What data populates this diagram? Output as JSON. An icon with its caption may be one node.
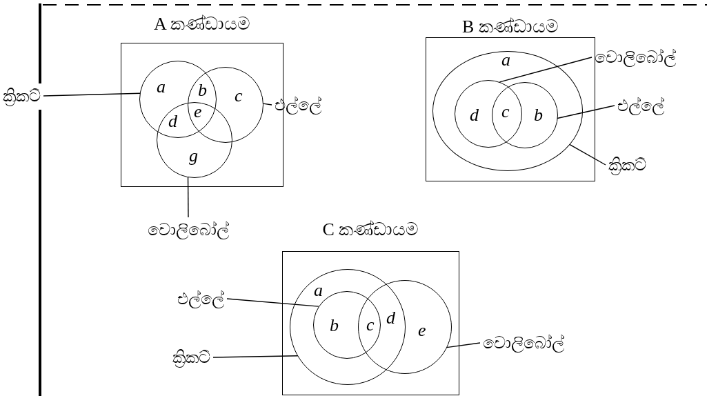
{
  "diagram": {
    "nodes": [
      {
        "text": [
          "A කණ්ඩායම"
        ]
      },
      {
        "text": [],
        "shape": "circle",
        "in": 0
      },
      {
        "text": [],
        "shape": "circle",
        "in": 0
      },
      {
        "text": [],
        "shape": "circle",
        "in": 0
      },
      {
        "text": [
          "ක්‍රිකට්"
        ]
      },
      {
        "text": [
          "එල්ලේ"
        ]
      },
      {
        "text": [
          "වොලිබෝල්"
        ]
      },
      {
        "text": [
          "B කණ්ඩායම"
        ]
      },
      {
        "text": [],
        "shape": "ellipse",
        "in": 7
      },
      {
        "text": [],
        "shape": "circle",
        "in": 8
      },
      {
        "text": [],
        "shape": "circle",
        "in": 8
      },
      {
        "text": [
          "වොලිබෝල්"
        ]
      },
      {
        "text": [
          "එල්ලේ"
        ]
      },
      {
        "text": [
          "ක්‍රිකට්"
        ]
      },
      {
        "text": [
          "C කණ්ඩායම"
        ]
      },
      {
        "text": [],
        "shape": "circle",
        "in": 14
      },
      {
        "text": [],
        "shape": "circle",
        "in": 15
      },
      {
        "text": [],
        "shape": "circle",
        "in": 14
      },
      {
        "text": [
          "එල්ලේ"
        ]
      },
      {
        "text": [
          "ක්‍රිකට්"
        ]
      },
      {
        "text": [
          "වොලිබෝල්"
        ]
      }
    ],
    "edges": [
      {
        "from": 4,
        "to": 1,
        "arrow": "none"
      },
      {
        "from": 5,
        "to": 2,
        "arrow": "none"
      },
      {
        "from": 6,
        "to": 3,
        "arrow": "none"
      },
      {
        "from": 11,
        "to": 9,
        "arrow": "none"
      },
      {
        "from": 12,
        "to": 10,
        "arrow": "none"
      },
      {
        "from": 13,
        "to": 8,
        "arrow": "none"
      },
      {
        "from": 18,
        "to": 16,
        "arrow": "none"
      },
      {
        "from": 19,
        "to": 15,
        "arrow": "none"
      },
      {
        "from": 20,
        "to": 17,
        "arrow": "none"
      }
    ],
    "labels": [
      "a",
      "b",
      "c",
      "d",
      "e",
      "g",
      "a",
      "d",
      "c",
      "b",
      "a",
      "b",
      "c",
      "d",
      "e"
    ]
  }
}
